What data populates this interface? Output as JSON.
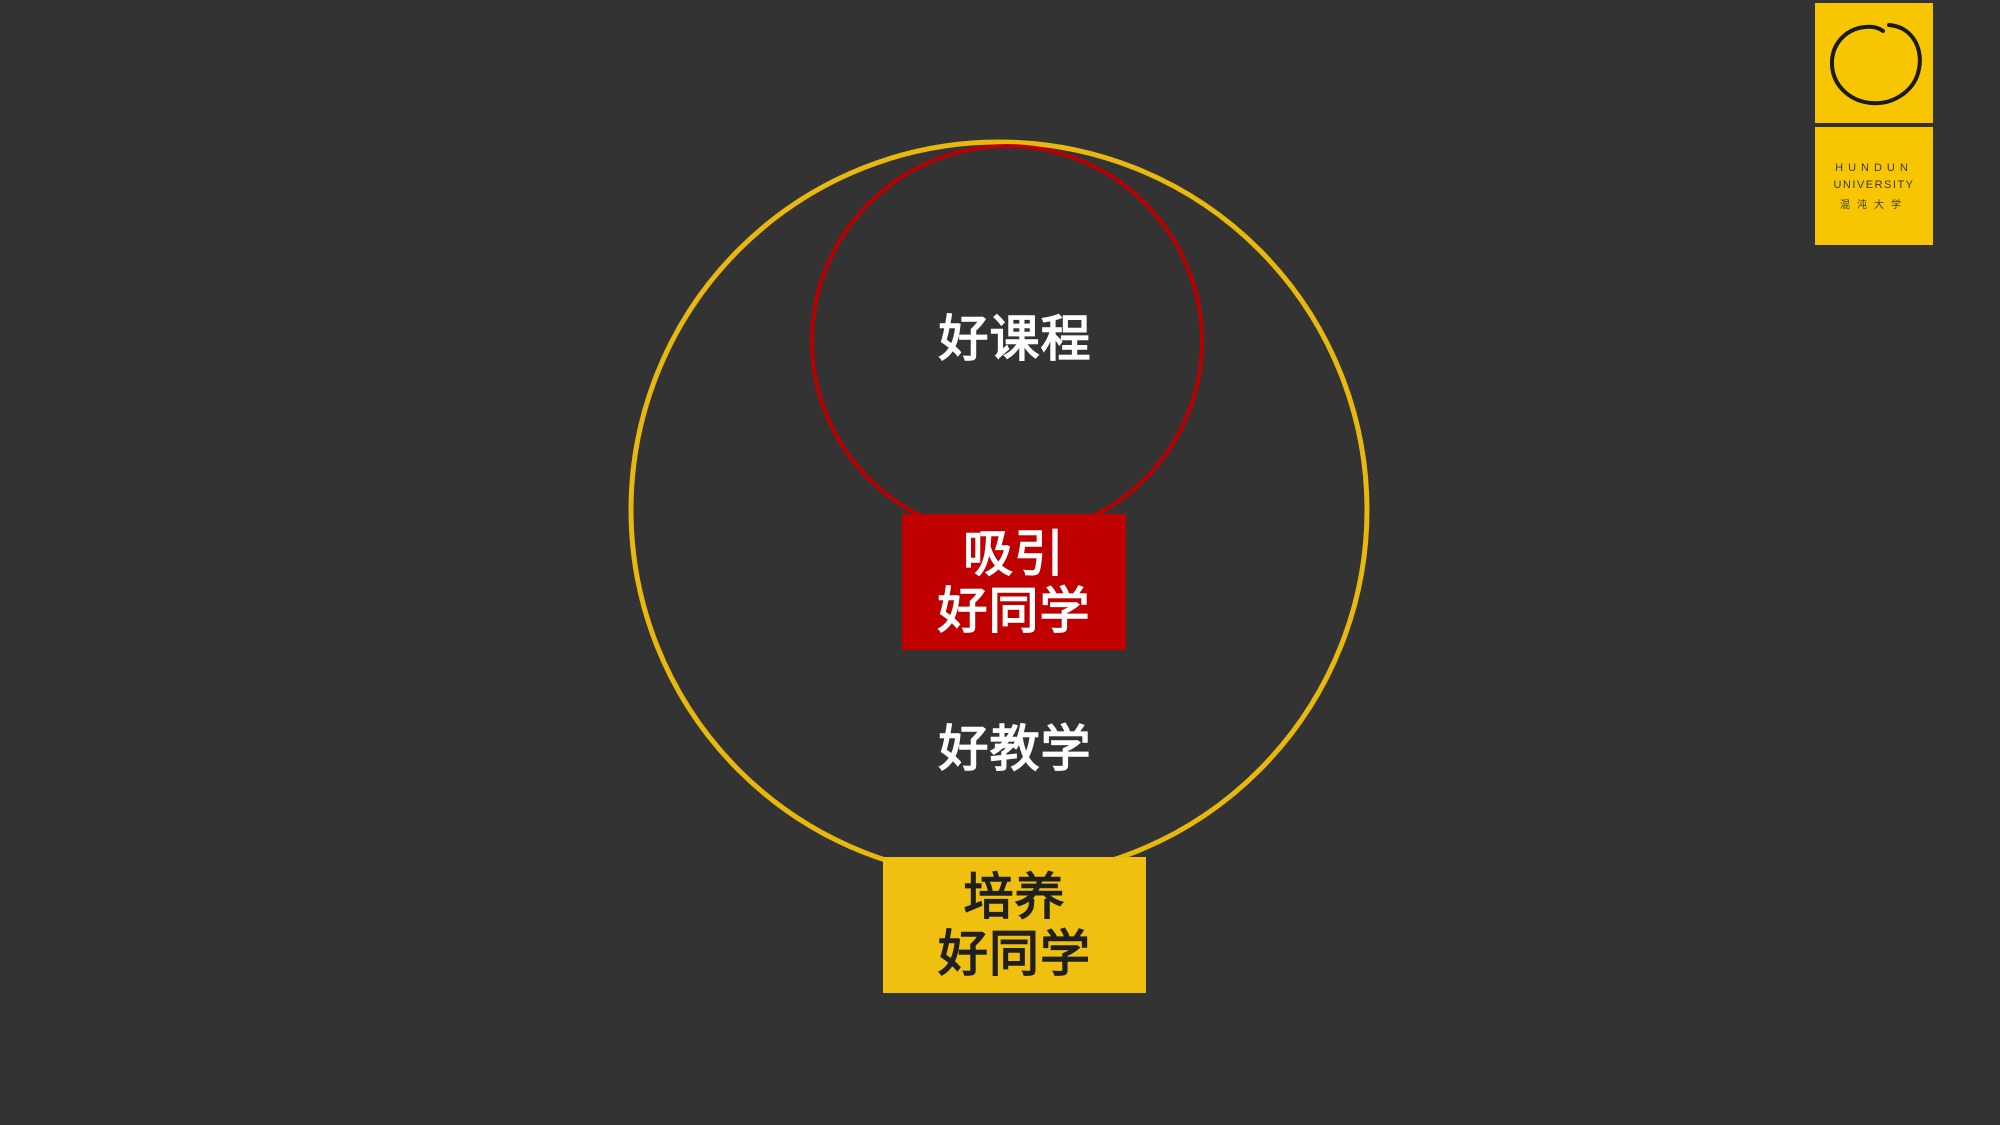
{
  "diagram": {
    "outer_circle_label": "好教学",
    "inner_circle_label": "好课程",
    "inner_box_lines": [
      "吸引",
      "好同学"
    ],
    "outer_box_lines": [
      "培养",
      "好同学"
    ]
  },
  "logo": {
    "line1": "HUNDUN",
    "line2": "UNIVERSITY",
    "line3": "混沌大学"
  },
  "colors": {
    "background": "#333333",
    "outer_circle": "#e8b80f",
    "inner_circle": "#b80000",
    "inner_box": "#c00000",
    "outer_box": "#f0c010",
    "logo": "#f7c600"
  }
}
